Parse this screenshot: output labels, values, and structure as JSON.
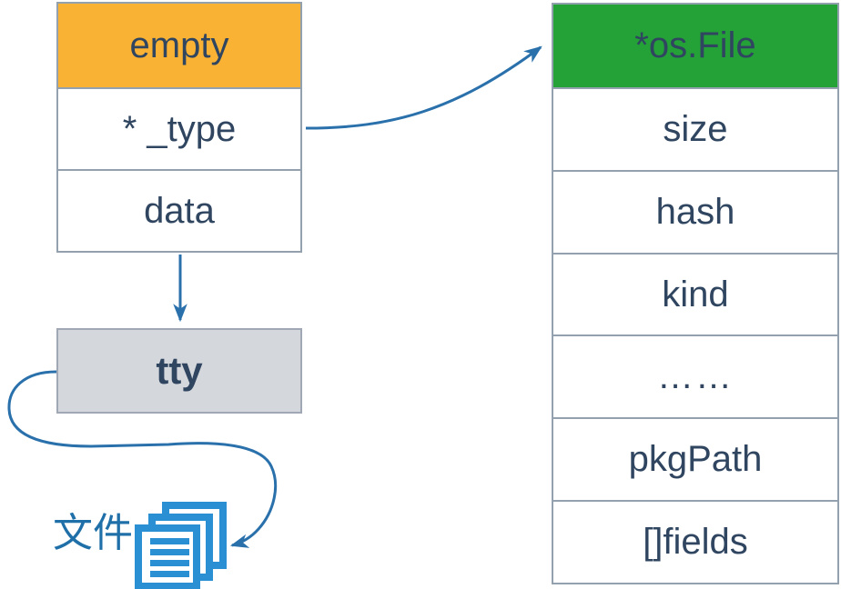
{
  "empty_struct": {
    "title": "empty",
    "fields": [
      "* _type",
      "data"
    ]
  },
  "osfile_struct": {
    "title": "*os.File",
    "fields": [
      "size",
      "hash",
      "kind",
      "……",
      "pkgPath",
      "[]fields"
    ]
  },
  "tty": {
    "label": "tty"
  },
  "file": {
    "label": "文件",
    "icon": "documents-stack-icon"
  },
  "colors": {
    "header_orange": "#f9b234",
    "header_green": "#24a137",
    "text_navy": "#2f4560",
    "border_gray": "#93a0ad",
    "tty_fill": "#d4d7dc",
    "arrow_blue": "#2a71ac",
    "icon_blue": "#2b90d3",
    "file_label_blue": "#1f6fa8"
  }
}
